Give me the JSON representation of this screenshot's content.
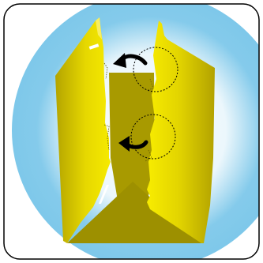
{
  "illustration": {
    "subject": "folded-paper-tube-opening",
    "frame": {
      "border_color": "#000000",
      "background_color": "#ffffff",
      "glow_color": "#7ec8ea"
    },
    "paper": {
      "front_color": "#f2e600",
      "side_color": "#b9a900",
      "inner_color": "#a89a00",
      "highlight_color": "#ffffff"
    },
    "indicators": [
      {
        "name": "upper-rotate-arrow",
        "icon": "curved-arrow-left"
      },
      {
        "name": "lower-rotate-arrow",
        "icon": "curved-arrow-left"
      }
    ]
  }
}
